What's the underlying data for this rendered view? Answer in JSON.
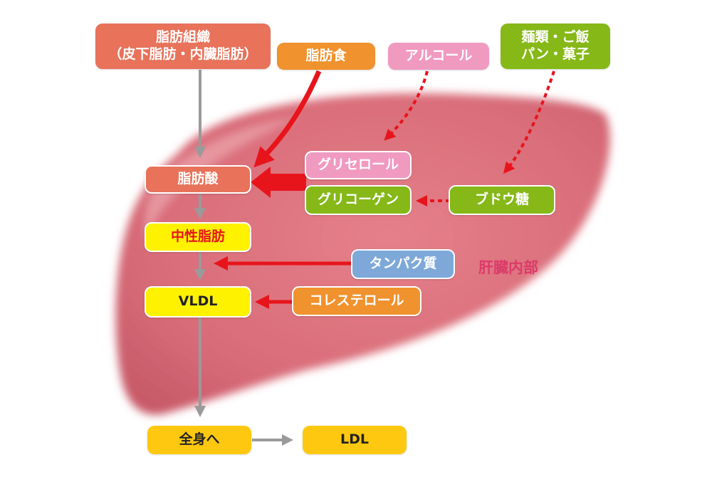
{
  "colors": {
    "salmon": "#e8725a",
    "orange": "#f0922e",
    "pink": "#f09ac0",
    "green": "#86b817",
    "yellow": "#fff200",
    "gold": "#ffc810",
    "blue": "#7ea8d8",
    "red_arrow": "#e8141b",
    "gray_arrow": "#9a9a9a",
    "liver": "#d9707a",
    "liver_label": "#dd3a6a"
  },
  "nodes": {
    "adipose_tissue": {
      "line1": "脂肪組織",
      "line2": "（皮下脂肪・内臓脂肪）"
    },
    "fatty_food": {
      "label": "脂肪食"
    },
    "alcohol": {
      "label": "アルコール"
    },
    "carbs": {
      "line1": "麺類・ご飯",
      "line2": "パン・菓子"
    },
    "glycerol": {
      "label": "グリセロール"
    },
    "fatty_acid": {
      "label": "脂肪酸"
    },
    "glycogen": {
      "label": "グリコーゲン"
    },
    "glucose": {
      "label": "ブドウ糖"
    },
    "neutral_fat": {
      "label": "中性脂肪"
    },
    "protein": {
      "label": "タンパク質"
    },
    "vldl": {
      "label": "VLDL"
    },
    "cholesterol": {
      "label": "コレステロール"
    },
    "to_body": {
      "label": "全身へ"
    },
    "ldl": {
      "label": "LDL"
    }
  },
  "liver_label": "肝臓内部",
  "icons": [
    "liver-shape-icon"
  ]
}
